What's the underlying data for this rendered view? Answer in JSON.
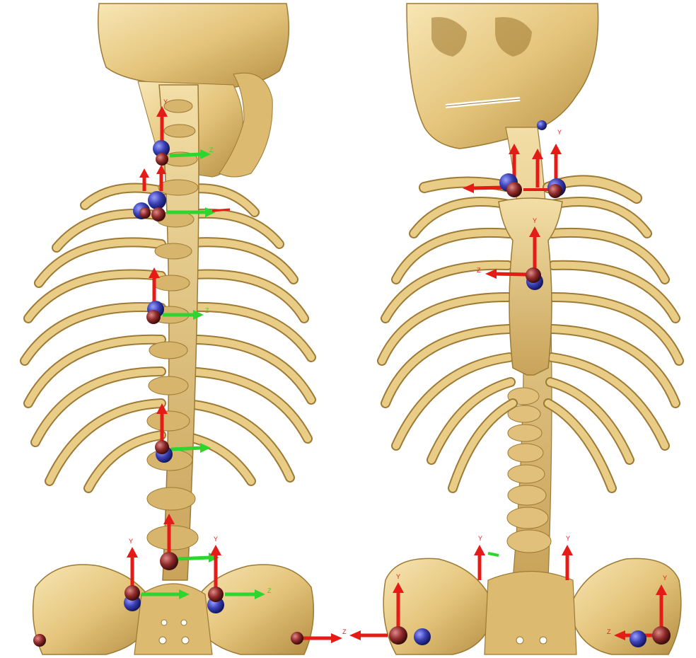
{
  "colors": {
    "bone": "#e5c57c",
    "bone_shadow": "#b48f44",
    "bone_highlight": "#f7e6b5",
    "bone_outline": "#9d7a35",
    "axis_y": "#e41b17",
    "axis_z_posterior": "#2fd52f",
    "axis_z_anterior": "#e41b17",
    "marker_blue": "#3a3fb3",
    "marker_red": "#8e2a2a",
    "background": "#ffffff"
  },
  "axis_labels": {
    "y": "Y",
    "z": "Z"
  },
  "views": [
    {
      "name": "posterior-view",
      "markers": 11
    },
    {
      "name": "anterior-view",
      "markers": 8
    }
  ]
}
